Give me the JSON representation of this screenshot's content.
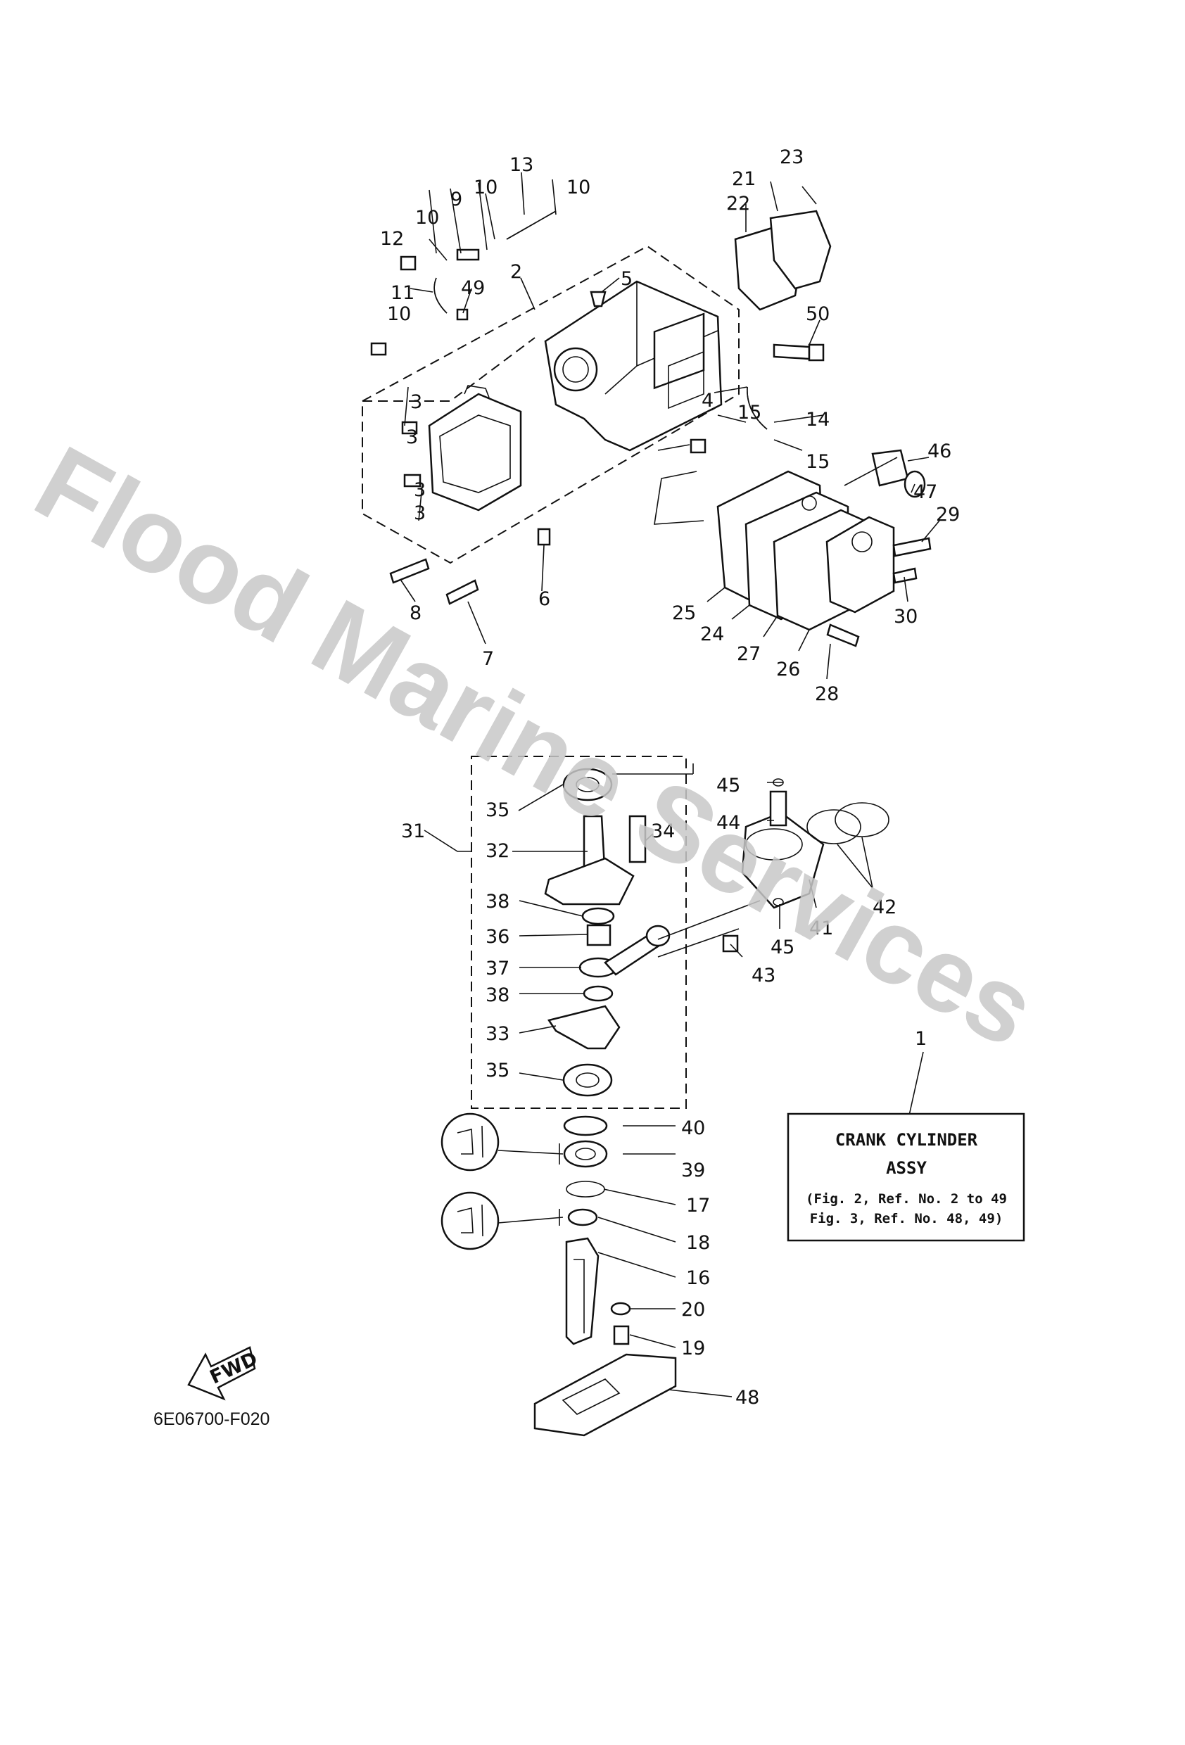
{
  "watermark": "Flood Marine Services",
  "drawing_code": "6E06700-F020",
  "fwd_label": "FWD",
  "assembly_box": {
    "ref": "1",
    "title_line1": "CRANK CYLINDER",
    "title_line2": "ASSY",
    "note_line1": "(Fig. 2, Ref. No. 2 to 49",
    "note_line2": "Fig. 3, Ref. No. 48, 49)"
  },
  "callouts": {
    "c23": "23",
    "c21": "21",
    "c22": "22",
    "c13": "13",
    "c10a": "10",
    "c10b": "10",
    "c10c": "10",
    "c10d": "10",
    "c9": "9",
    "c12": "12",
    "c11": "11",
    "c49": "49",
    "c2": "2",
    "c5": "5",
    "c50": "50",
    "c3a": "3",
    "c3b": "3",
    "c3c": "3",
    "c3d": "3",
    "c4": "4",
    "c15a": "15",
    "c15b": "15",
    "c14": "14",
    "c46": "46",
    "c47": "47",
    "c29": "29",
    "c30": "30",
    "c25": "25",
    "c24": "24",
    "c27": "27",
    "c26": "26",
    "c28": "28",
    "c8": "8",
    "c7": "7",
    "c6": "6",
    "c35a": "35",
    "c35b": "35",
    "c31": "31",
    "c32": "32",
    "c34": "34",
    "c38a": "38",
    "c38b": "38",
    "c36": "36",
    "c37": "37",
    "c33": "33",
    "c45a": "45",
    "c45b": "45",
    "c44": "44",
    "c42": "42",
    "c41": "41",
    "c43": "43",
    "c40": "40",
    "c39": "39",
    "c17": "17",
    "c18": "18",
    "c16": "16",
    "c20": "20",
    "c19": "19",
    "c48": "48"
  }
}
